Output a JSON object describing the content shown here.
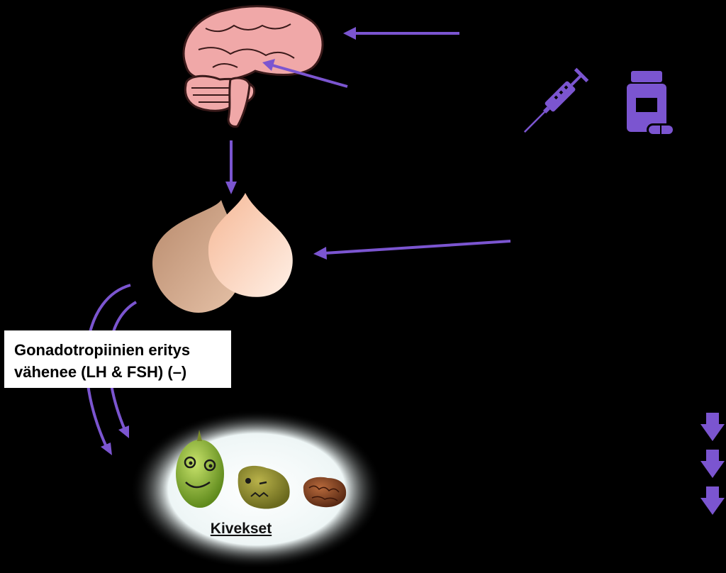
{
  "feedback_label": {
    "line1": "Gonadotropiinien eritys",
    "line2": "vähenee (LH & FSH) (–)"
  },
  "testes_caption": "Kivekset",
  "colors": {
    "background": "#000000",
    "arrow": "#7b55d0",
    "brain": "#f0a8a8",
    "pituitary_left": "#c99a7c",
    "pituitary_right": "#fbd3bb",
    "testes_glow": "#ffffff"
  },
  "icons": [
    "brain-icon",
    "syringe-icon",
    "pill-bottle-icon",
    "pituitary-gland-icon",
    "down-arrow-icon"
  ]
}
